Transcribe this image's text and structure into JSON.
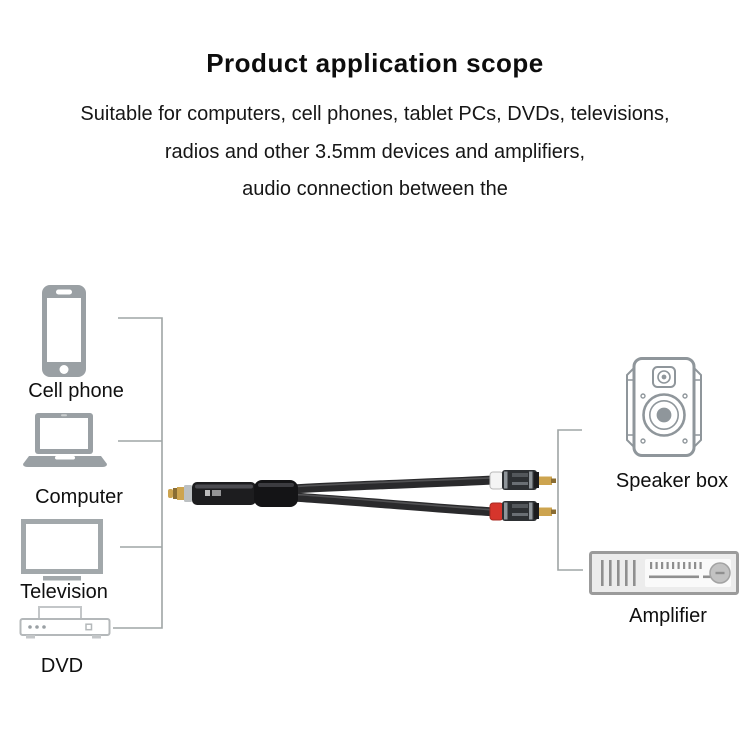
{
  "header": {
    "title": "Product application scope",
    "subtitle_lines": [
      "Suitable for computers, cell phones, tablet PCs, DVDs, televisions,",
      "radios and other 3.5mm devices and amplifiers,",
      "audio connection between the"
    ]
  },
  "left_devices": [
    {
      "id": "cell-phone",
      "label": "Cell phone"
    },
    {
      "id": "computer",
      "label": "Computer"
    },
    {
      "id": "television",
      "label": "Television"
    },
    {
      "id": "dvd",
      "label": "DVD"
    }
  ],
  "right_devices": [
    {
      "id": "speaker-box",
      "label": "Speaker box"
    },
    {
      "id": "amplifier",
      "label": "Amplifier"
    }
  ],
  "cable_colors": {
    "plug_gold": "#cda44f",
    "plug_gold_dark": "#8a6d33",
    "rca_white_band": "#f4f4f4",
    "rca_red_band": "#d6352c",
    "jacket_black": "#2a2a2c"
  },
  "diagram_colors": {
    "background": "#ffffff",
    "icon_gray": "#9aa0a4",
    "bracket_line_gray": "#9fa5a5",
    "text": "#111111"
  }
}
